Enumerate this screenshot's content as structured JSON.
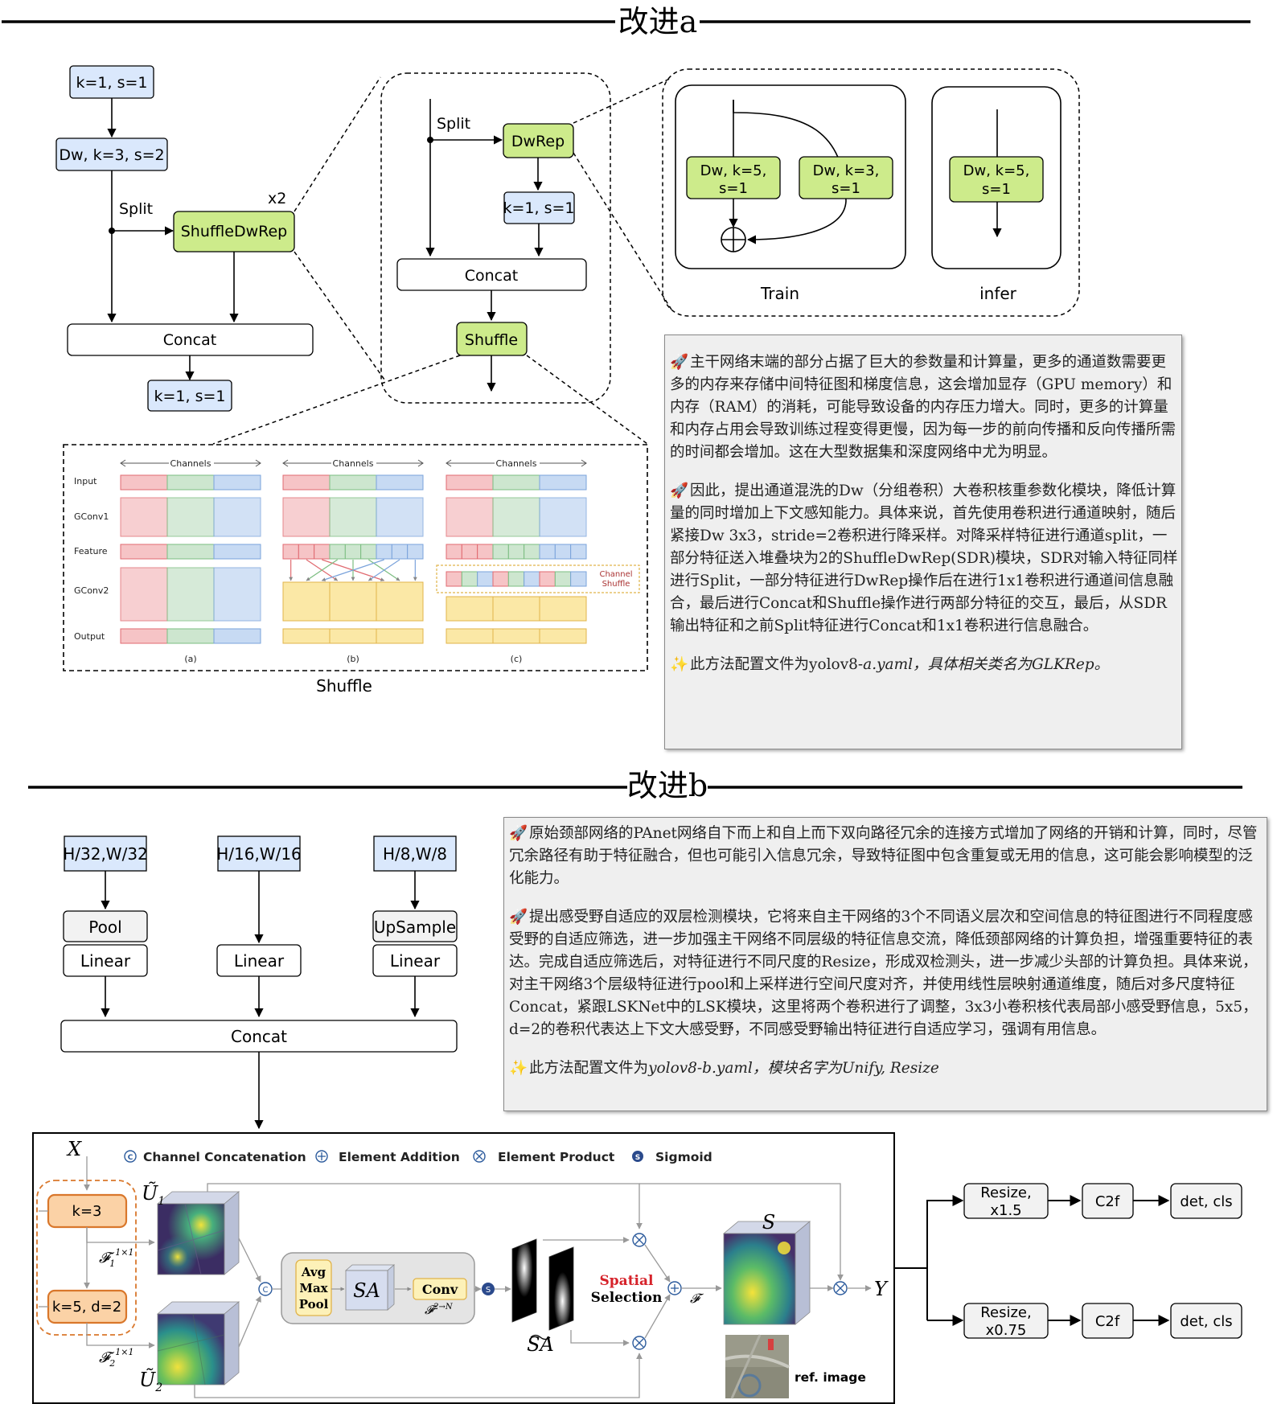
{
  "section_a": {
    "heading": "改进a"
  },
  "section_b": {
    "heading": "改进b"
  },
  "fig_a_left": {
    "conv_top": "k=1, s=1",
    "dw_conv": "Dw, k=3, s=2",
    "split": "Split",
    "block": "ShuffleDwRep",
    "repeat": "x2",
    "concat": "Concat",
    "conv_bottom": "k=1, s=1"
  },
  "fig_a_middle": {
    "split": "Split",
    "dwrep": "DwRep",
    "conv": "k=1, s=1",
    "concat": "Concat",
    "shuffle": "Shuffle"
  },
  "fig_a_right": {
    "train_dw5": [
      "Dw, k=5,",
      "s=1"
    ],
    "train_dw3": [
      "Dw, k=3,",
      "s=1"
    ],
    "infer_dw5": [
      "Dw, k=5,",
      "s=1"
    ],
    "train_label": "Train",
    "infer_label": "infer"
  },
  "shuffle_fig": {
    "channels": "Channels",
    "row_labels": [
      "Input",
      "GConv1",
      "Feature",
      "GConv2",
      "Output"
    ],
    "panel_labels": [
      "(a)",
      "(b)",
      "(c)"
    ],
    "channel_shuffle": [
      "Channel",
      "Shuffle"
    ],
    "caption": "Shuffle",
    "colors": {
      "red": "#f6c4c6",
      "green": "#cde6cf",
      "blue": "#c7daf3",
      "yellow": "#fbe8a6"
    }
  },
  "desc_a": {
    "icon1": "🚀",
    "p1": "主干网络末端的部分占据了巨大的参数量和计算量，更多的通道数需要更多的内存来存储中间特征图和梯度信息，这会增加显存（GPU memory）和内存（RAM）的消耗，可能导致设备的内存压力增大。同时，更多的计算量和内存占用会导致训练过程变得更慢，因为每一步的前向传播和反向传播所需的时间都会增加。这在大型数据集和深度网络中尤为明显。",
    "icon2": "🚀",
    "p2": "因此，提出通道混洗的Dw（分组卷积）大卷积核重参数化模块，降低计算量的同时增加上下文感知能力。具体来说，首先使用卷积进行通道映射，随后紧接Dw 3x3，stride=2卷积进行降采样。对降采样特征进行通道split，一部分特征送入堆叠块为2的ShuffleDwRep(SDR)模块，SDR对输入特征同样进行Split，一部分特征进行DwRep操作后在进行1x1卷积进行通道间信息融合，最后进行Concat和Shuffle操作进行两部分特征的交互，最后，从SDR输出特征和之前Split特征进行Concat和1x1卷积进行信息融合。",
    "icon3": "✨",
    "p3_prefix": "此方法配置文件为yolov8-",
    "p3_italic": "a.yaml，具体相关类名为GLKRep。"
  },
  "fig_b_top": {
    "inputs": [
      "H/32,W/32",
      "H/16,W/16",
      "H/8,W/8"
    ],
    "pool": "Pool",
    "upsample": "UpSample",
    "linear": "Linear",
    "concat": "Concat"
  },
  "desc_b": {
    "icon1": "🚀",
    "p1": "原始颈部网络的PAnet网络自下而上和自上而下双向路径冗余的连接方式增加了网络的开销和计算，同时，尽管冗余路径有助于特征融合，但也可能引入信息冗余，导致特征图中包含重复或无用的信息，这可能会影响模型的泛化能力。",
    "icon2": "🚀",
    "p2": "提出感受野自适应的双层检测模块，它将来自主干网络的3个不同语义层次和空间信息的特征图进行不同程度感受野的自适应筛选，进一步加强主干网络不同层级的特征信息交流，降低颈部网络的计算负担，增强重要特征的表达。完成自适应筛选后，对特征进行不同尺度的Resize，形成双检测头，进一步减少头部的计算负担。具体来说，对主干网络3个层级特征进行pool和上采样进行空间尺度对齐，并使用线性层映射通道维度，随后对多尺度特征Concat，紧跟LSKNet中的LSK模块，这里将两个卷积进行了调整，3x3小卷积核代表局部小感受野信息，5x5，d=2的卷积代表达上下文大感受野，不同感受野输出特征进行自适应学习，强调有用信息。",
    "icon3": "✨",
    "p3_prefix": "此方法配置文件为",
    "p3_italic": "yolov8-b.yaml，模块名字为Unify, Resize"
  },
  "lsk_fig": {
    "legend": {
      "c": "Channel Concatenation",
      "add": "Element Addition",
      "mul": "Element Product",
      "s": "Sigmoid"
    },
    "x": "X",
    "y": "Y",
    "u1": "Ũ",
    "u1_sub": "1",
    "u2": "Ũ",
    "u2_sub": "2",
    "k3": "k=3",
    "k5": "k=5, d=2",
    "f1": "𝓕",
    "f1_sub": "1",
    "f_sup": "1×1",
    "f2": "𝓕",
    "f2_sub": "2",
    "pool_lines": [
      "Avg",
      "Max",
      "Pool"
    ],
    "sa": "SA",
    "conv": "Conv",
    "conv_sub": "𝓕",
    "conv_sup": "2→N",
    "sa_tilde": "SA",
    "spatial": "Spatial",
    "selection": "Selection",
    "f_label": "𝓕",
    "s_label": "S",
    "ref_image": "ref. image"
  },
  "heads": {
    "resize1": [
      "Resize,",
      "x1.5"
    ],
    "resize2": [
      "Resize,",
      "x0.75"
    ],
    "c2f": "C2f",
    "det": "det, cls"
  }
}
